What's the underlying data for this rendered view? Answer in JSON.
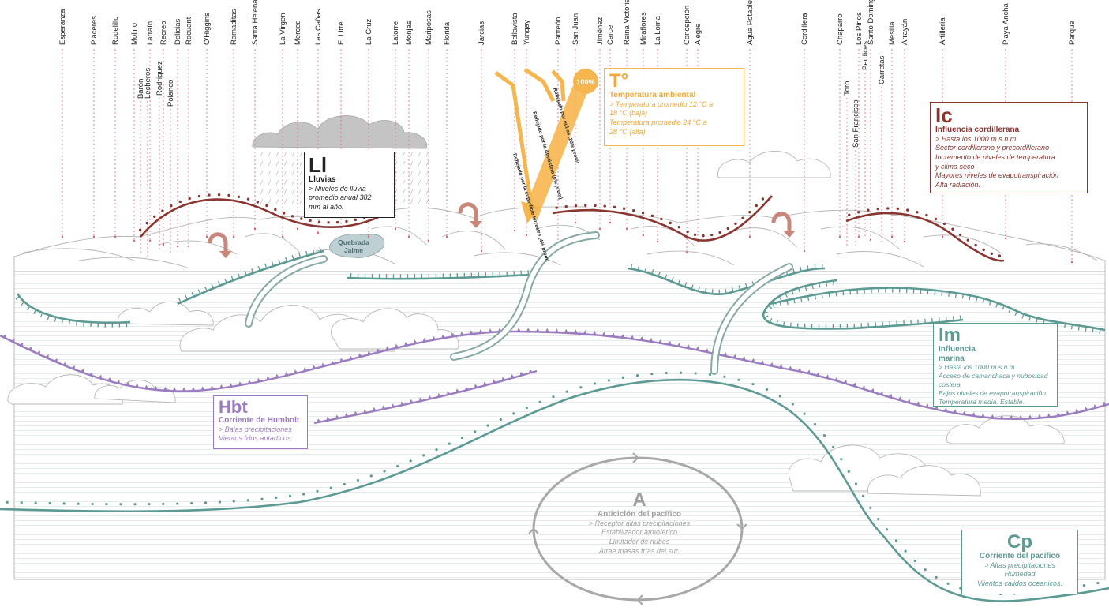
{
  "colors": {
    "line": "#c8c8c8",
    "dash": "#e06070",
    "ridge": "#8a3530",
    "teal": "#5c9a93",
    "purple": "#9b7cc0",
    "amber": "#f6b64f",
    "grey": "#a8a8a8"
  },
  "places_top": [
    "Esperanza",
    "Placeres",
    "Rodelillo",
    "Molino",
    "Larraín",
    "Recreo",
    "Delicias",
    "Rocuant",
    "O'Higgins",
    "Ramaditas",
    "Santa Helena",
    "La Virgen",
    "Merced",
    "Las Cañas",
    "El Litre",
    "La Cruz",
    "Latorre",
    "Monjas",
    "Mariposas",
    "Florida",
    "Jarcias",
    "Bellavista",
    "Yungay",
    "Panteón",
    "San Juan",
    "Jiménez",
    "Carcel",
    "Reina Victoria",
    "Miraflores",
    "La Loma",
    "Concepción",
    "Alegre",
    "Agua Potable",
    "Cordillera",
    "Chaparro",
    "Los Pinos",
    "Santo Domingo",
    "Mesilla",
    "Arrayán",
    "Artillería",
    "Playa Ancha",
    "Parque"
  ],
  "places_lower": [
    "Barón",
    "Lecheros",
    "Rodríguez",
    "Polanco",
    "Toro",
    "San Francisco",
    "Perdices",
    "Carretas"
  ],
  "valley_label": "Quebrada Jaime",
  "sun_percent": "100%",
  "rays": [
    "Reflejado por la superficie terrestre (4% prom)",
    "Reflejado por la Atmósfera (6% prom)",
    "Reflejado por nubes (20% prom)"
  ],
  "boxes": {
    "ll": {
      "code": "Ll",
      "name": "Lluvias",
      "lines": [
        "> Niveles de lluvia",
        "promedio anual 382",
        "mm al año."
      ]
    },
    "t": {
      "code": "T°",
      "name": "Temperatura ambiental",
      "lines": [
        "> Temperatura promedio 12 °C a",
        "18 °C (baja)",
        "Temperatura promedio 24 °C a",
        "28 °C (alta)"
      ]
    },
    "ic": {
      "code": "Ic",
      "name": "Influencia cordillerana",
      "lines": [
        "> Hasta los 1000 m.s.n.m",
        "Sector cordillerano y precordillerano",
        "Incremento de niveles de temperatura",
        "y clima seco",
        "Mayores niveles de evapotranspiración",
        "Alta radiación."
      ]
    },
    "im": {
      "code": "Im",
      "name": "Influencia marina",
      "lines": [
        "> Hasta los 1000 m.s.n.m",
        "Acceso de camanchaca y nubosidad",
        "costera",
        "Bajos niveles de evapotranspiración",
        "Temperatura media. Estable."
      ]
    },
    "hbt": {
      "code": "Hbt",
      "name": "Corriente de Humbolt",
      "lines": [
        "> Bajas precipitaciones",
        "Vientos fríos antarticos."
      ]
    },
    "a": {
      "code": "A",
      "name": "Anticiclón del pacífico",
      "lines": [
        "> Receptor altas precipitaciones",
        "Estabilizador atmoférico",
        "Limitador de nubes",
        "Atrae masas frías del sur."
      ]
    },
    "cp": {
      "code": "Cp",
      "name": "Corriente del pacífico",
      "lines": [
        "> Altas precipitaciones",
        "Humedad",
        "Viientos calidos oceanicos."
      ]
    }
  }
}
